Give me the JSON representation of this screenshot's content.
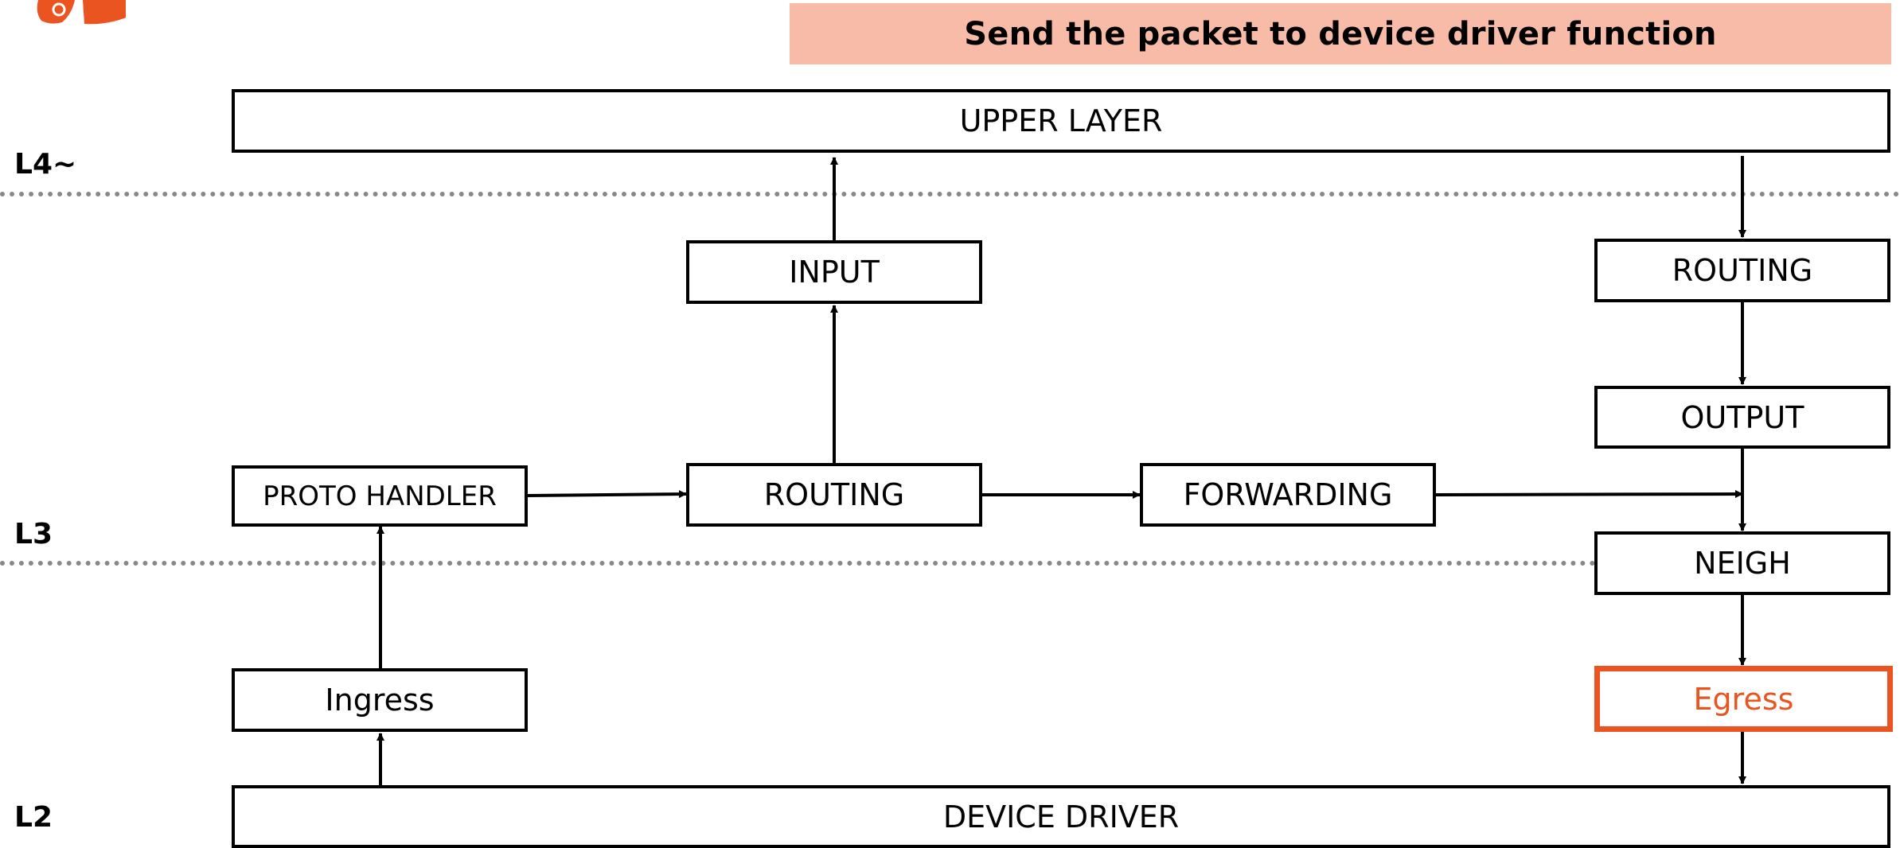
{
  "banner": {
    "title": "Send the packet to device driver function"
  },
  "layers": {
    "l4": "L4~",
    "l3": "L3",
    "l2": "L2"
  },
  "boxes": {
    "upper_layer": "UPPER LAYER",
    "input": "INPUT",
    "routing_in": "ROUTING",
    "proto_handler": "PROTO HANDLER",
    "forwarding": "FORWARDING",
    "ingress": "Ingress",
    "routing_out": "ROUTING",
    "output": "OUTPUT",
    "neigh": "NEIGH",
    "egress": "Egress",
    "device_driver": "DEVICE DRIVER"
  },
  "colors": {
    "accent": "#e95420",
    "banner_bg": "#f7bba8"
  },
  "highlighted": "egress",
  "logo": {
    "icon": "logo-icon"
  }
}
